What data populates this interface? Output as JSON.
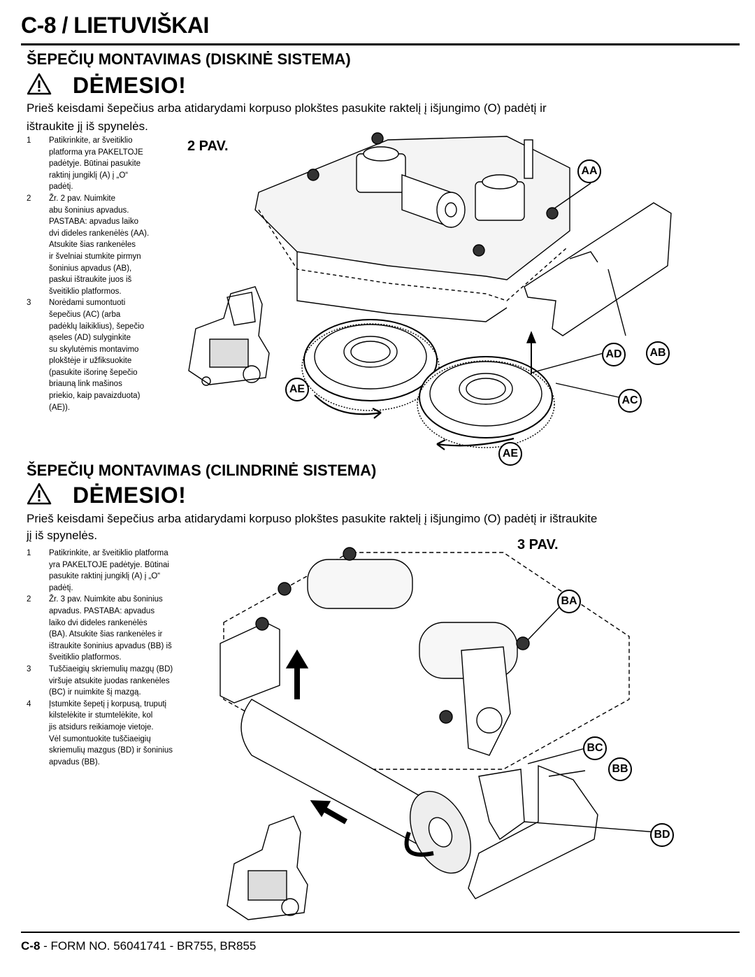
{
  "header": {
    "title": "C-8 / LIETUVIŠKAI"
  },
  "disc": {
    "heading": "ŠEPEČIŲ MONTAVIMAS (DISKINĖ SISTEMA)",
    "warning_title": "DĖMESIO!",
    "warning_text_1": "Prieš keisdami šepečius arba atidarydami korpuso plokštes pasukite raktelį į išjungimo (O) padėtį ir",
    "warning_text_2": "ištraukite jį iš spynelės.",
    "figure_label": "2 PAV.",
    "steps": [
      {
        "num": "1",
        "lines": [
          "Patikrinkite, ar šveitiklio",
          "platforma yra PAKELTOJE",
          "padėtyje. Būtinai pasukite",
          "raktinį jungiklį (A) į „O“",
          "padėtį."
        ]
      },
      {
        "num": "2",
        "lines": [
          "Žr. 2 pav. Nuimkite",
          "abu šoninius apvadus.",
          "PASTABA: apvadus laiko",
          "dvi dideles rankenėlės (AA).",
          "Atsukite šias rankenėles",
          "ir švelniai stumkite pirmyn",
          "šoninius apvadus (AB),",
          "paskui ištraukite juos iš",
          "šveitiklio platformos."
        ]
      },
      {
        "num": "3",
        "lines": [
          "Norėdami sumontuoti",
          "šepečius (AC) (arba",
          "padėklų laikiklius), šepečio",
          "ąseles (AD) sulyginkite",
          "su skylutėmis montavimo",
          "plokštėje ir užfiksuokite",
          "(pasukite išorinę šepečio",
          "briauną link mašinos",
          "priekio, kaip pavaizduota)",
          "(AE))."
        ]
      }
    ],
    "callouts": {
      "aa": "AA",
      "ab": "AB",
      "ad": "AD",
      "ac": "AC",
      "ae1": "AE",
      "ae2": "AE"
    }
  },
  "cyl": {
    "heading": "ŠEPEČIŲ MONTAVIMAS (CILINDRINĖ SISTEMA)",
    "warning_title": "DĖMESIO!",
    "warning_text_1": "Prieš keisdami šepečius arba atidarydami korpuso plokštes pasukite raktelį į išjungimo (O) padėtį ir ištraukite",
    "warning_text_2": "jį iš spynelės.",
    "figure_label": "3 PAV.",
    "steps": [
      {
        "num": "1",
        "lines": [
          "Patikrinkite, ar šveitiklio platforma",
          "yra PAKELTOJE padėtyje. Būtinai",
          "pasukite raktinį jungiklį (A) į „O“",
          "padėtį."
        ]
      },
      {
        "num": "2",
        "lines": [
          "Žr. 3 pav. Nuimkite abu šoninius",
          "apvadus. PASTABA: apvadus",
          "laiko dvi dideles rankenėlės",
          "(BA). Atsukite šias rankenėles ir",
          "ištraukite šoninius apvadus (BB) iš",
          "šveitiklio platformos."
        ]
      },
      {
        "num": "3",
        "lines": [
          "Tuščiaeigių skriemulių mazgų (BD)",
          "viršuje atsukite juodas rankenėles",
          "(BC) ir nuimkite šį mazgą."
        ]
      },
      {
        "num": "4",
        "lines": [
          "Įstumkite šepetį į korpusą, truputį",
          "kilstelėkite ir stumtelėkite, kol",
          "jis atsidurs reikiamoje vietoje.",
          "Vėl sumontuokite tuščiaeigių",
          "skriemulių mazgus (BD) ir šoninius",
          "apvadus (BB)."
        ]
      }
    ],
    "callouts": {
      "ba": "BA",
      "bc": "BC",
      "bb": "BB",
      "bd": "BD"
    }
  },
  "footer": {
    "page": "C-8",
    "text": " - FORM NO. 56041741 - BR755, BR855"
  }
}
